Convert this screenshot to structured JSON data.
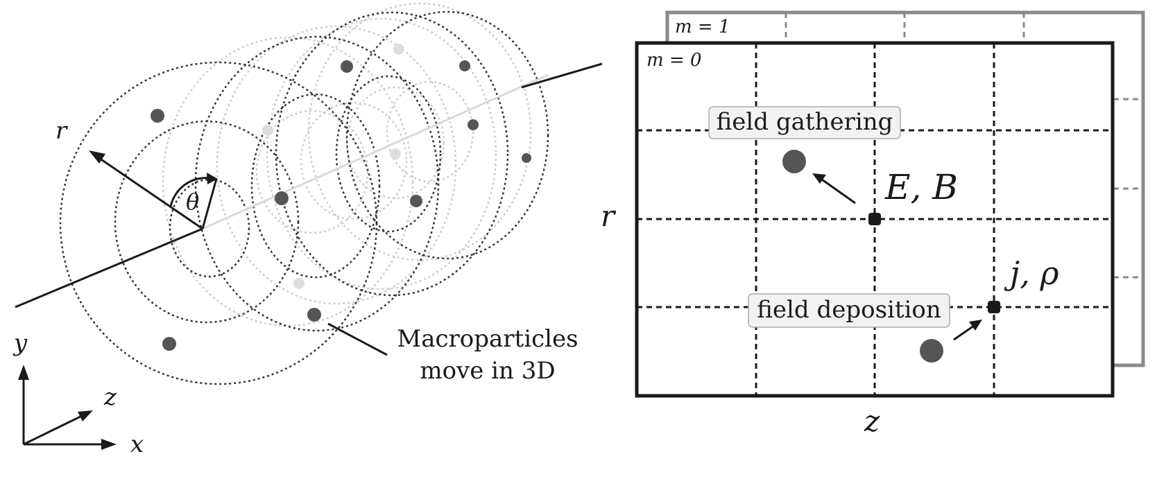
{
  "left_panel": {
    "axis_r": "r",
    "angle": "θ",
    "caption_line1": "Macroparticles",
    "caption_line2": "move in 3D",
    "coord_y": "y",
    "coord_z": "z",
    "coord_x": "x"
  },
  "right_panel": {
    "mode_front": "m = 0",
    "mode_back": "m = 1",
    "axis_r": "r",
    "axis_z": "z",
    "gathering_label": "field gathering",
    "deposition_label": "field deposition",
    "field_label": "E, B",
    "source_label": "j, ρ"
  },
  "colors": {
    "ink": "#1a1a1a",
    "particle": "#555555",
    "light_particle": "#dddddd",
    "back_frame": "#8a8a8a",
    "label_box_fill": "#f2f2f2"
  }
}
